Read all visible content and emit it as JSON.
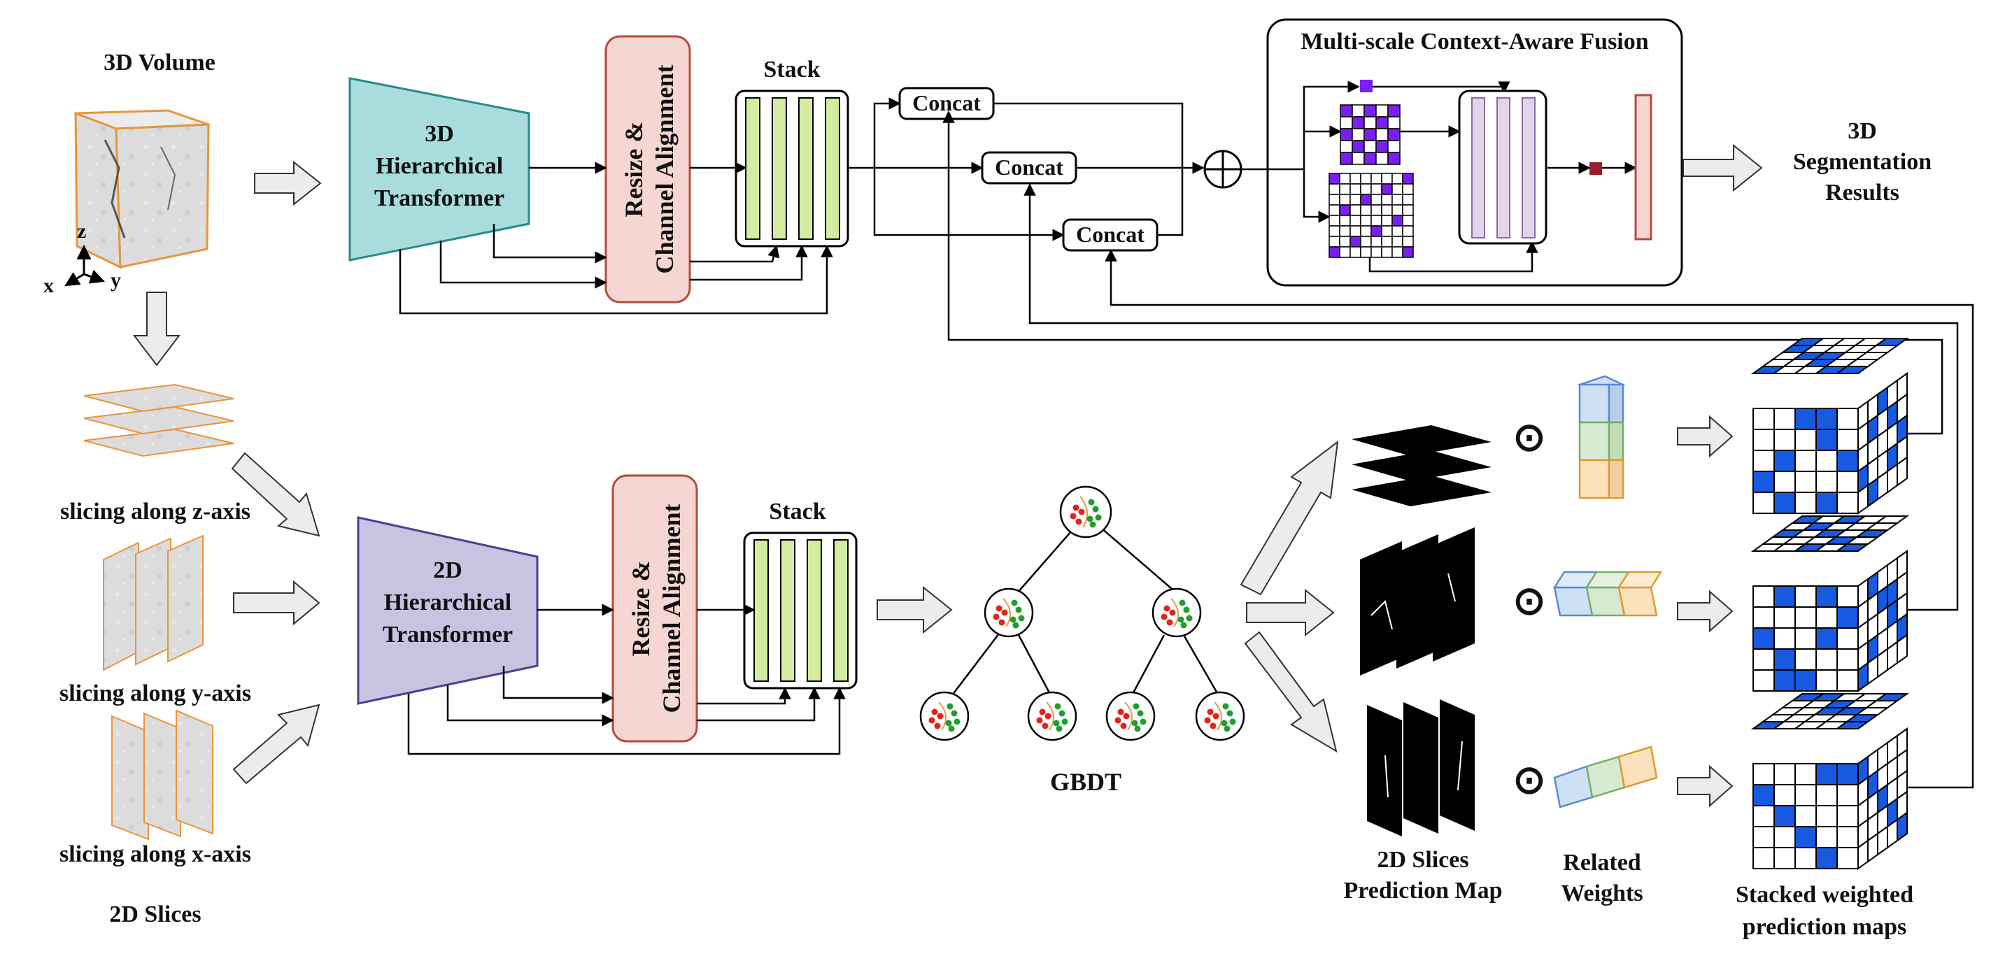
{
  "volume": {
    "title": "3D Volume",
    "axis_z": "z",
    "axis_x": "x",
    "axis_y": "y"
  },
  "slices": {
    "z_label": "slicing along z-axis",
    "y_label": "slicing along y-axis",
    "x_label": "slicing along x-axis",
    "caption": "2D Slices"
  },
  "transformer3d": {
    "line1": "3D",
    "line2": "Hierarchical",
    "line3": "Transformer"
  },
  "transformer2d": {
    "line1": "2D",
    "line2": "Hierarchical",
    "line3": "Transformer"
  },
  "resize": {
    "line1": "Resize &",
    "line2": "Channel Alignment"
  },
  "stack_label": "Stack",
  "concat_label": "Concat",
  "fusion": {
    "title": "Multi-scale Context-Aware Fusion"
  },
  "output": {
    "line1": "3D",
    "line2": "Segmentation",
    "line3": "Results"
  },
  "gbdt_label": "GBDT",
  "bottom_captions": {
    "pred_line1": "2D Slices",
    "pred_line2": "Prediction Map",
    "weights_line1": "Related",
    "weights_line2": "Weights",
    "stacked_line1": "Stacked weighted",
    "stacked_line2": "prediction maps"
  },
  "odot": "⊙",
  "colors": {
    "transformer3d": "#a9dcdc",
    "transformer2d": "#c7c3e0",
    "resize": "#f6d6d2",
    "stack_bar": "#d4eca0",
    "purple": "#7a1ff2",
    "blue_cell": "#1759e0",
    "dark_red": "#9c1b2c",
    "orange_edge": "#e8953a"
  }
}
